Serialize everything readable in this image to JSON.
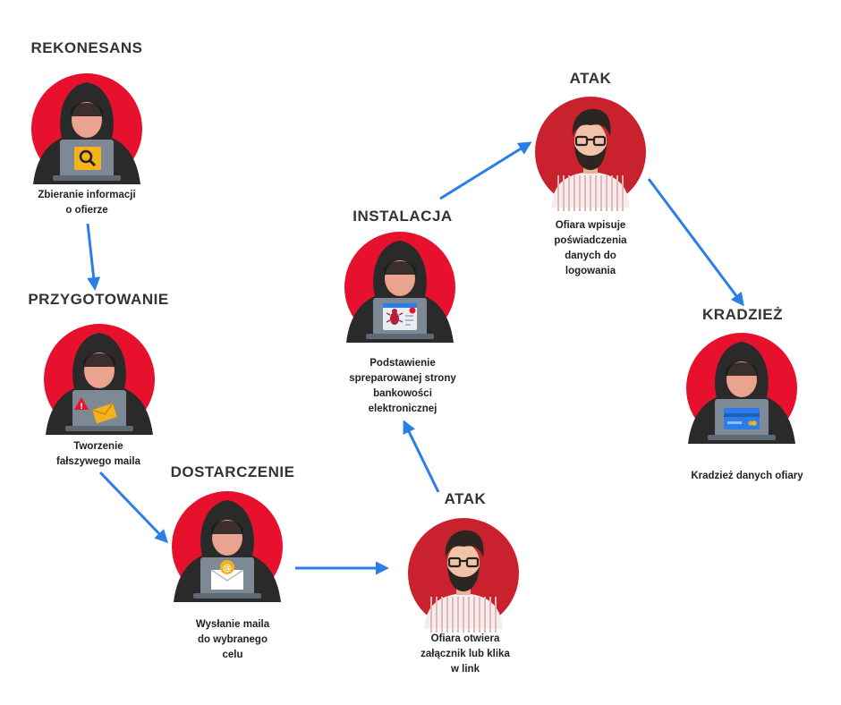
{
  "colors": {
    "hacker_circle": "#e8112d",
    "victim_circle": "#c9222e",
    "arrow": "#2b7de9",
    "hood": "#2a2a2a",
    "laptop": "#7d8a96"
  },
  "steps": [
    {
      "title": "REKONESANS",
      "desc_lines": [
        "Zbieranie informacji",
        "o ofierze"
      ],
      "figure": "hacker",
      "screen_icon": "magnifier-icon"
    },
    {
      "title": "PRZYGOTOWANIE",
      "desc_lines": [
        "Tworzenie",
        "fałszywego maila"
      ],
      "figure": "hacker",
      "screen_icon": "warning-envelope-icon"
    },
    {
      "title": "DOSTARCZENIE",
      "desc_lines": [
        "Wysłanie maila",
        "do wybranego",
        "celu"
      ],
      "figure": "hacker",
      "screen_icon": "email-at-icon"
    },
    {
      "title": "ATAK",
      "desc_lines": [
        "Ofiara otwiera",
        "załącznik lub klika",
        "w link"
      ],
      "figure": "victim",
      "screen_icon": ""
    },
    {
      "title": "INSTALACJA",
      "desc_lines": [
        "Podstawienie",
        "spreparowanej strony",
        "bankowości",
        "elektronicznej"
      ],
      "figure": "hacker",
      "screen_icon": "malware-bug-icon"
    },
    {
      "title": "ATAK",
      "desc_lines": [
        "Ofiara wpisuje",
        "poświadczenia",
        "danych do",
        "logowania"
      ],
      "figure": "victim",
      "screen_icon": ""
    },
    {
      "title": "KRADZIEŻ",
      "desc_lines": [
        "Kradzież danych ofiary"
      ],
      "figure": "hacker",
      "screen_icon": "credit-card-icon"
    }
  ]
}
